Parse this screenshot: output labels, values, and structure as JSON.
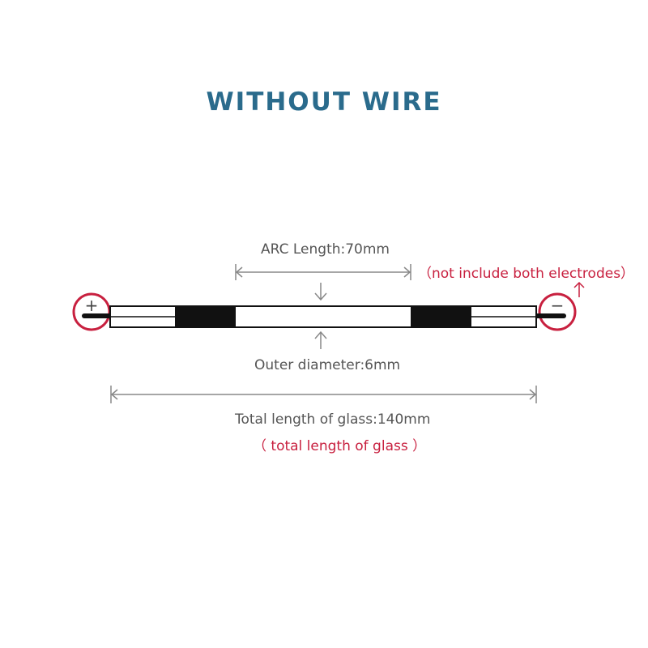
{
  "title": "WITHOUT WIRE",
  "labels": {
    "arc_length": "ARC Length:70mm",
    "arc_note": "（not include both electrodes）",
    "outer_diameter": "Outer diameter:6mm",
    "total_length": "Total length of glass:140mm",
    "total_note": "（ total length of glass ）"
  },
  "electrodes": {
    "positive": "+",
    "negative": "−"
  },
  "colors": {
    "title": "#2a6b8c",
    "note": "#c8203f",
    "dimension_line": "#888888",
    "electrode_ring": "#c8203f"
  }
}
